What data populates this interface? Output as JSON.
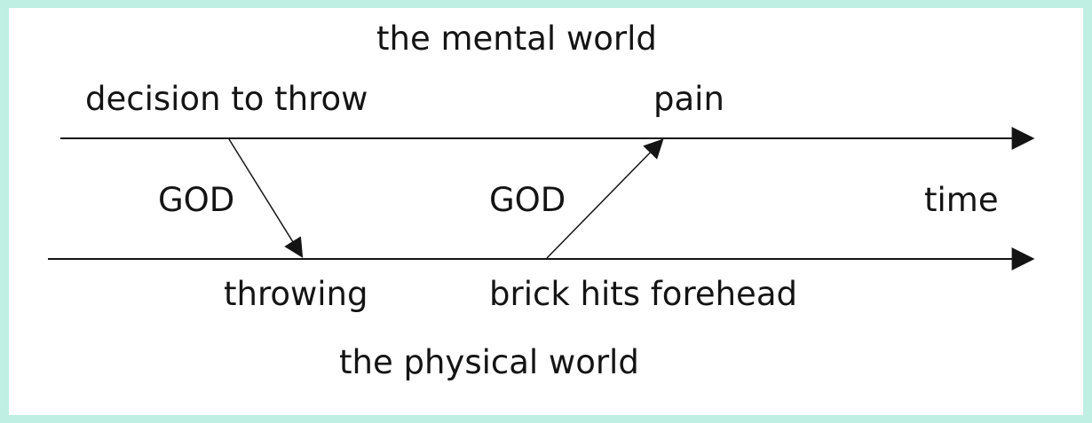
{
  "colors": {
    "frame": "#bfeee3",
    "panel": "#ffffff",
    "ink": "#141414"
  },
  "labels": {
    "mental_world": "the mental world",
    "decision": "decision to throw",
    "pain": "pain",
    "god_1": "GOD",
    "god_2": "GOD",
    "time": "time",
    "throwing": "throwing",
    "brick": "brick hits forehead",
    "physical_world": "the physical world"
  }
}
